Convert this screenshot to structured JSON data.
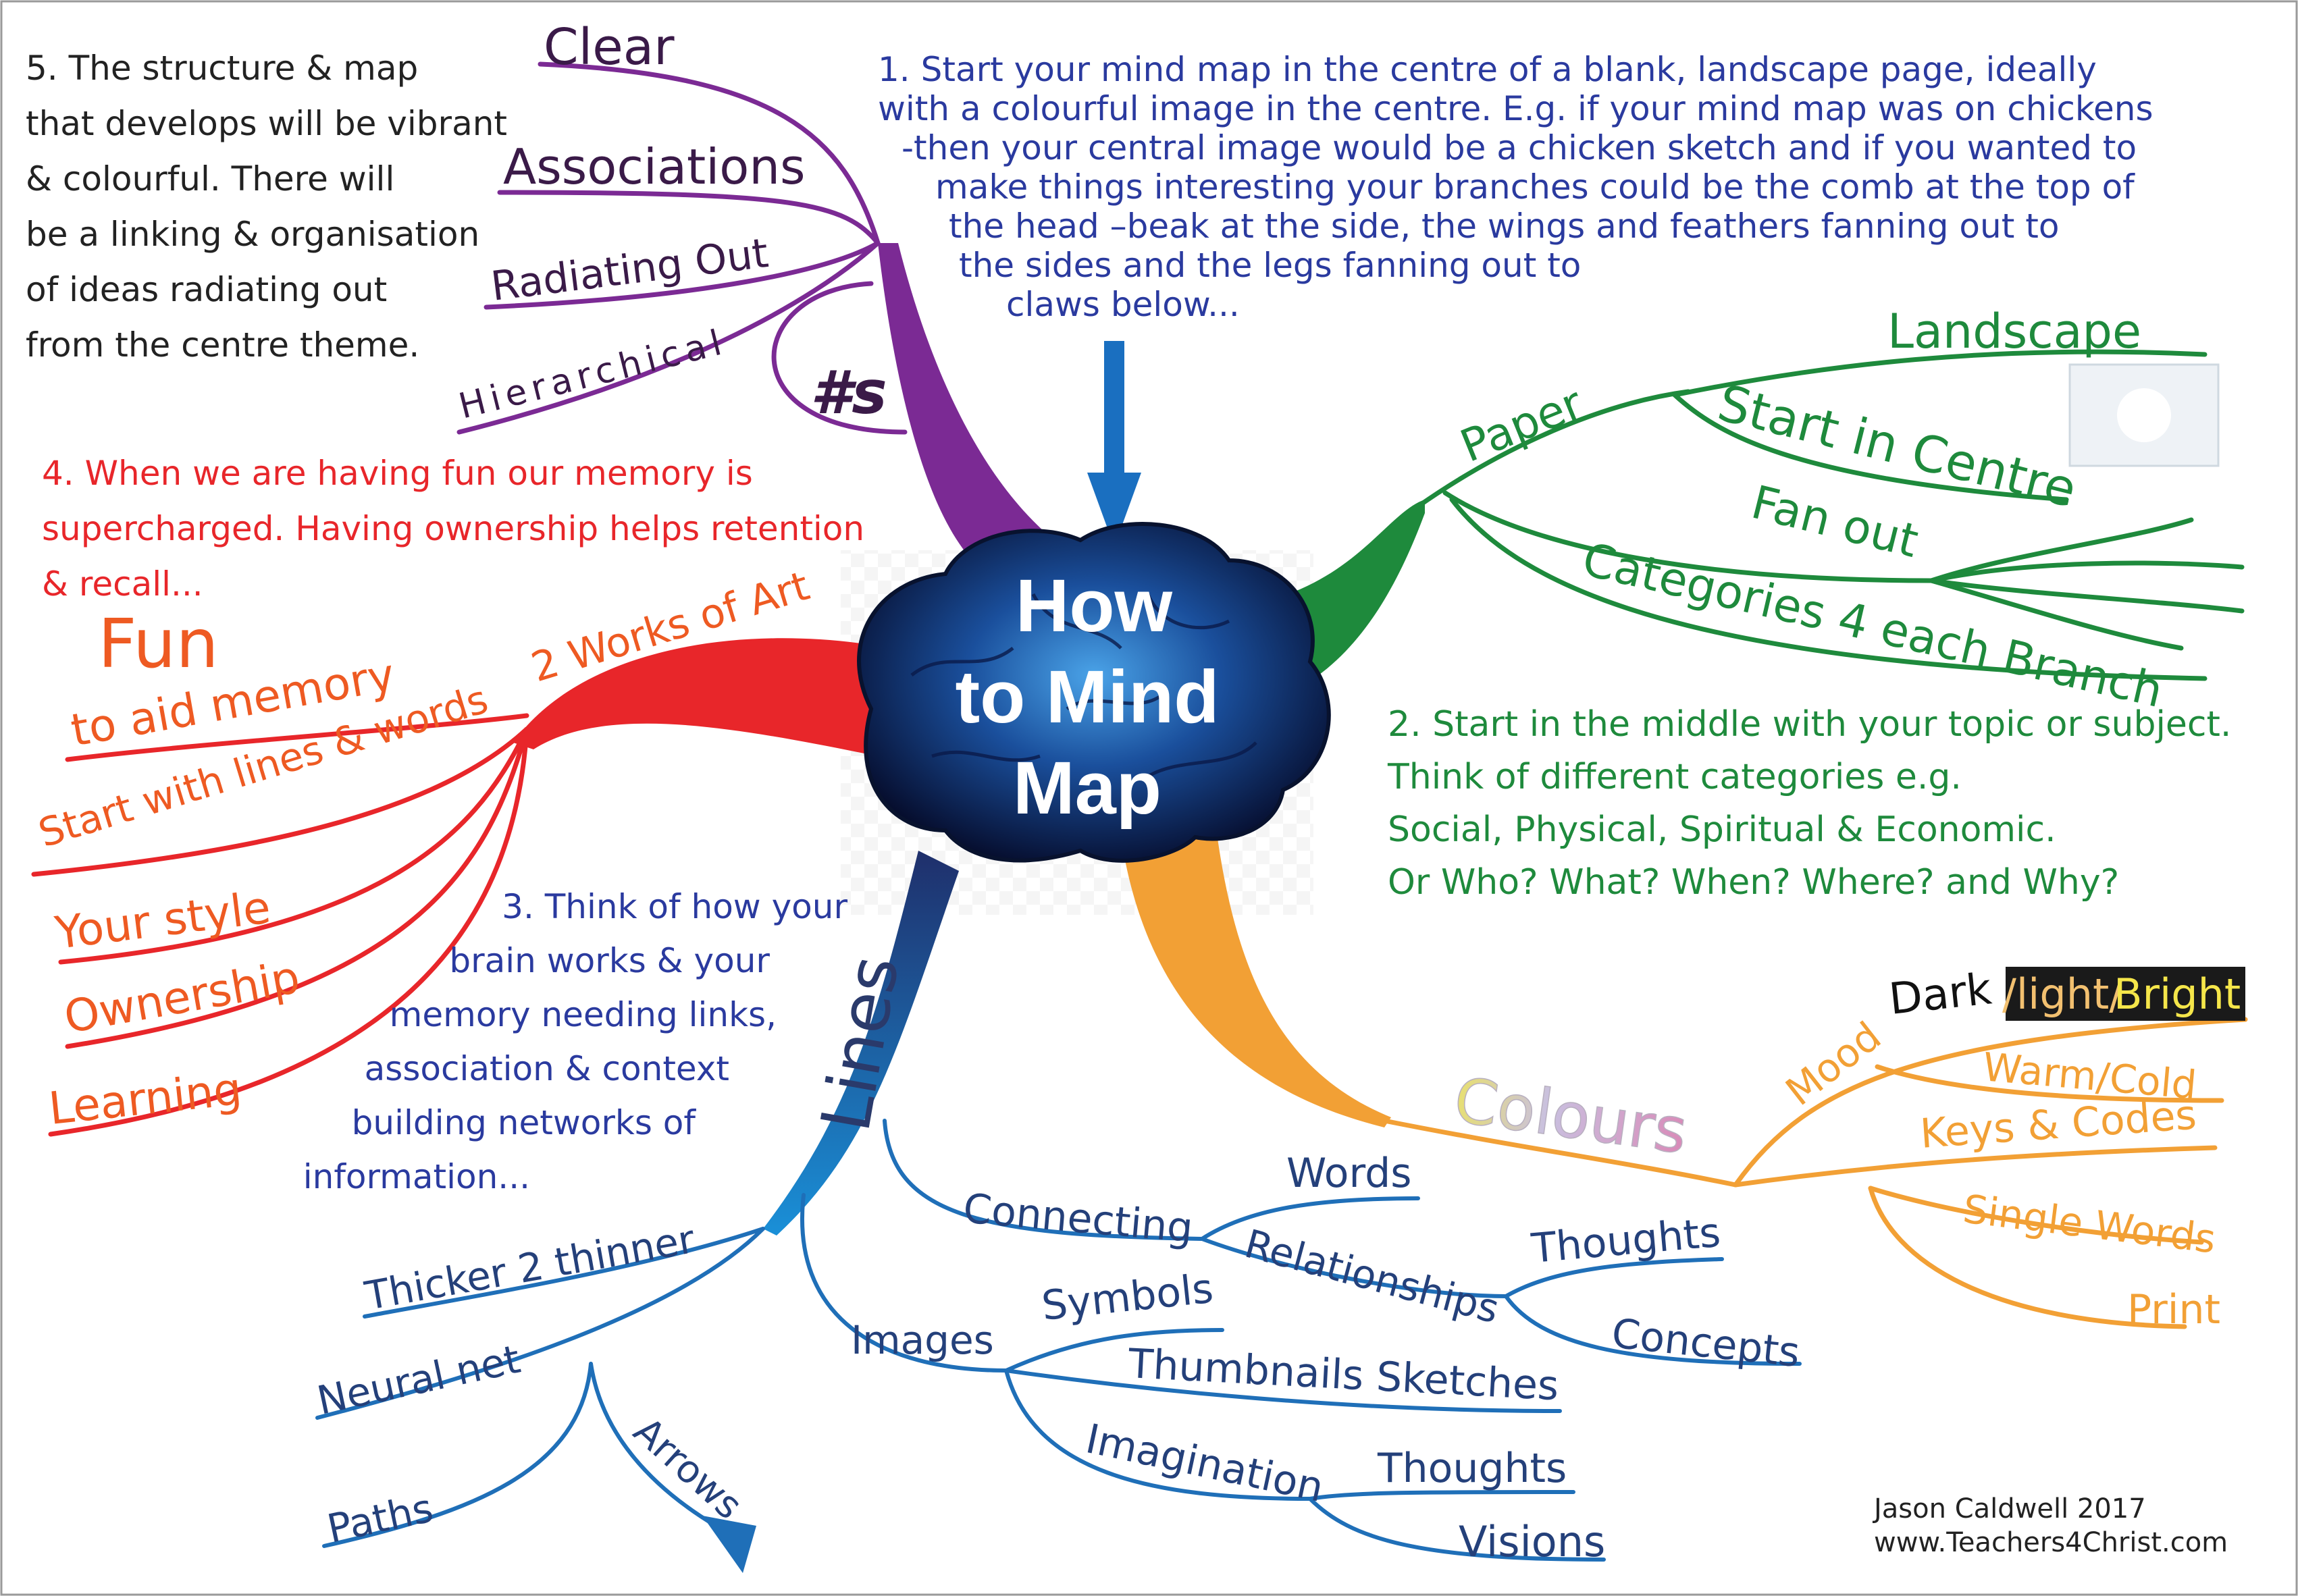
{
  "title": {
    "line1": "How",
    "line2": "to Mind",
    "line3": "Map"
  },
  "notes": {
    "note1": [
      "1.  Start your mind map in the centre of a blank, landscape page, ideally",
      "with a colourful image in the centre.  E.g. if your mind map was on chickens",
      "-then your central image would be a chicken sketch and if you wanted to",
      "make things interesting your branches could be the comb at the top of",
      "the head –beak at the side, the wings and feathers fanning out to",
      "the sides and the legs fanning out to",
      "claws below..."
    ],
    "note2": [
      "2. Start in the middle with your topic or subject.",
      "Think of different categories e.g.",
      "Social, Physical, Spiritual & Economic.",
      "Or Who? What? When? Where? and Why?"
    ],
    "note3": [
      "3. Think of how your",
      "brain works & your",
      "memory needing links,",
      "association & context",
      "building networks of",
      "information..."
    ],
    "note4": [
      "4. When we are having fun our memory is",
      "supercharged. Having ownership helps retention",
      "& recall..."
    ],
    "note5": [
      "5. The structure & map",
      "that develops will be vibrant",
      "& colourful. There will",
      "be a linking & organisation",
      "of ideas radiating out",
      "from the centre theme."
    ]
  },
  "purple": {
    "clear": "Clear",
    "associations": "Associations",
    "radiating": "Radiating Out",
    "hierarchical": "Hierarchical",
    "numbers": "#s"
  },
  "green": {
    "paper": "Paper",
    "landscape": "Landscape",
    "start_centre": "Start in Centre",
    "fan_out": "Fan out",
    "categories": "Categories 4 each Branch"
  },
  "red": {
    "works_of_art": "2 Works of Art",
    "fun": "Fun",
    "aid_memory": "to aid memory",
    "start_lines": "Start with lines & words",
    "your_style": "Your style",
    "ownership": "Ownership",
    "learning": "Learning"
  },
  "orange": {
    "colours": "Colours",
    "mood": "Mood",
    "dark": "Dark",
    "light": "/light/",
    "bright": "Bright",
    "warm_cold": "Warm/Cold",
    "keys_codes": "Keys & Codes",
    "single_words": "Single Words",
    "print": "Print"
  },
  "blue": {
    "lines": "Lines",
    "connecting": "Connecting",
    "words": "Words",
    "relationships": "Relationships",
    "thoughts1": "Thoughts",
    "concepts": "Concepts",
    "images": "Images",
    "symbols": "Symbols",
    "thumbnails": "Thumbnails Sketches",
    "imagination": "Imagination",
    "thoughts2": "Thoughts",
    "visions": "Visions",
    "thicker": "Thicker 2 thinner",
    "neural": "Neural net",
    "paths": "Paths",
    "arrows": "Arrows"
  },
  "credit": {
    "author": "Jason Caldwell 2017",
    "site": "www.Teachers4Christ.com"
  },
  "colors": {
    "purple": "#7b2a94",
    "green": "#1e8a3c",
    "red": "#e8262a",
    "orange": "#f2a035",
    "blue": "#1f6fb8",
    "navy": "#2a3a8f",
    "note_red": "#e8262a",
    "note_green": "#1e8a3c"
  }
}
